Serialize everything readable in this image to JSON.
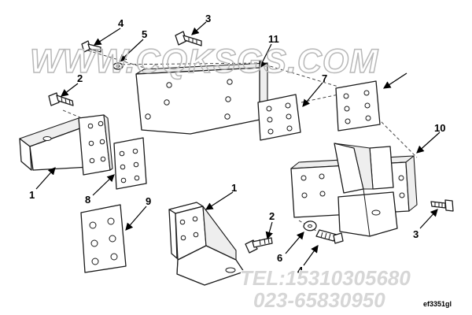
{
  "watermark": "WWW.CQKSGS.COM",
  "contact": {
    "tel_line": "TEL:15310305680",
    "phone_line": "023-65830950"
  },
  "reference_code": "ef3351gl",
  "callouts": [
    {
      "id": "c1a",
      "label": "1"
    },
    {
      "id": "c1b",
      "label": "1"
    },
    {
      "id": "c2a",
      "label": "2"
    },
    {
      "id": "c2b",
      "label": "2"
    },
    {
      "id": "c3a",
      "label": "3"
    },
    {
      "id": "c3b",
      "label": "3"
    },
    {
      "id": "c4a",
      "label": "4"
    },
    {
      "id": "c4b",
      "label": "4"
    },
    {
      "id": "c5",
      "label": "5"
    },
    {
      "id": "c6",
      "label": "6"
    },
    {
      "id": "c7",
      "label": "7"
    },
    {
      "id": "c8",
      "label": "8"
    },
    {
      "id": "c9",
      "label": "9"
    },
    {
      "id": "c10",
      "label": "10"
    },
    {
      "id": "c11",
      "label": "11"
    }
  ]
}
